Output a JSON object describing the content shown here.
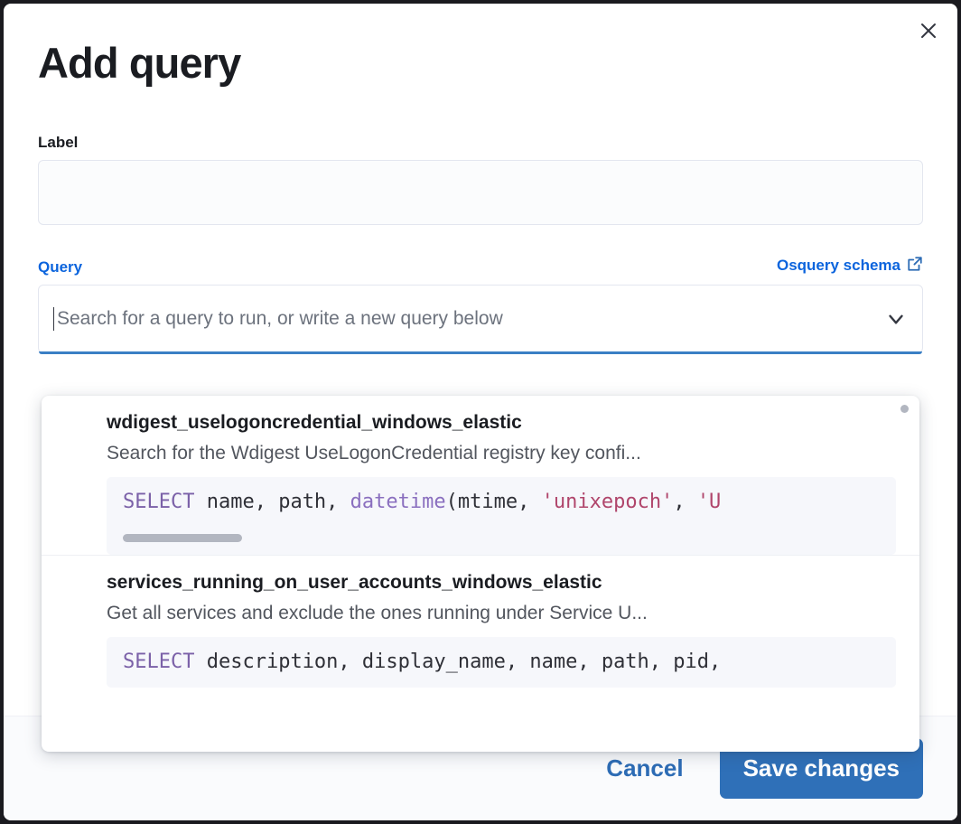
{
  "modal": {
    "title": "Add query",
    "close_icon": "close-icon"
  },
  "label_field": {
    "label": "Label",
    "value": "",
    "placeholder": ""
  },
  "query_field": {
    "label": "Query",
    "schema_link": "Osquery schema",
    "schema_link_icon": "external-link-icon",
    "combo_placeholder": "Search for a query to run, or write a new query below",
    "combo_value": "",
    "chevron_icon": "chevron-down-icon"
  },
  "dropdown": {
    "items": [
      {
        "title": "wdigest_uselogoncredential_windows_elastic",
        "description": "Search for the Wdigest UseLogonCredential registry key confi...",
        "code_tokens": [
          {
            "t": "SELECT",
            "c": "kw"
          },
          {
            "t": " name, path, ",
            "c": ""
          },
          {
            "t": "datetime",
            "c": "fn"
          },
          {
            "t": "(mtime, ",
            "c": ""
          },
          {
            "t": "'unixepoch'",
            "c": "str"
          },
          {
            "t": ", ",
            "c": ""
          },
          {
            "t": "'U",
            "c": "str"
          }
        ],
        "has_scrollbar": true
      },
      {
        "title": "services_running_on_user_accounts_windows_elastic",
        "description": "Get all services and exclude the ones running under Service U...",
        "code_tokens": [
          {
            "t": "SELECT",
            "c": "kw"
          },
          {
            "t": " description, display_name, name, path, pid,",
            "c": ""
          }
        ],
        "has_scrollbar": false
      }
    ]
  },
  "footer": {
    "cancel_label": "Cancel",
    "save_label": "Save changes"
  },
  "colors": {
    "accent_blue": "#0b64dd",
    "button_blue": "#2f70b8",
    "focus_underline": "#3a7fc4",
    "keyword_purple": "#7b61a8",
    "string_red": "#b0456b"
  }
}
